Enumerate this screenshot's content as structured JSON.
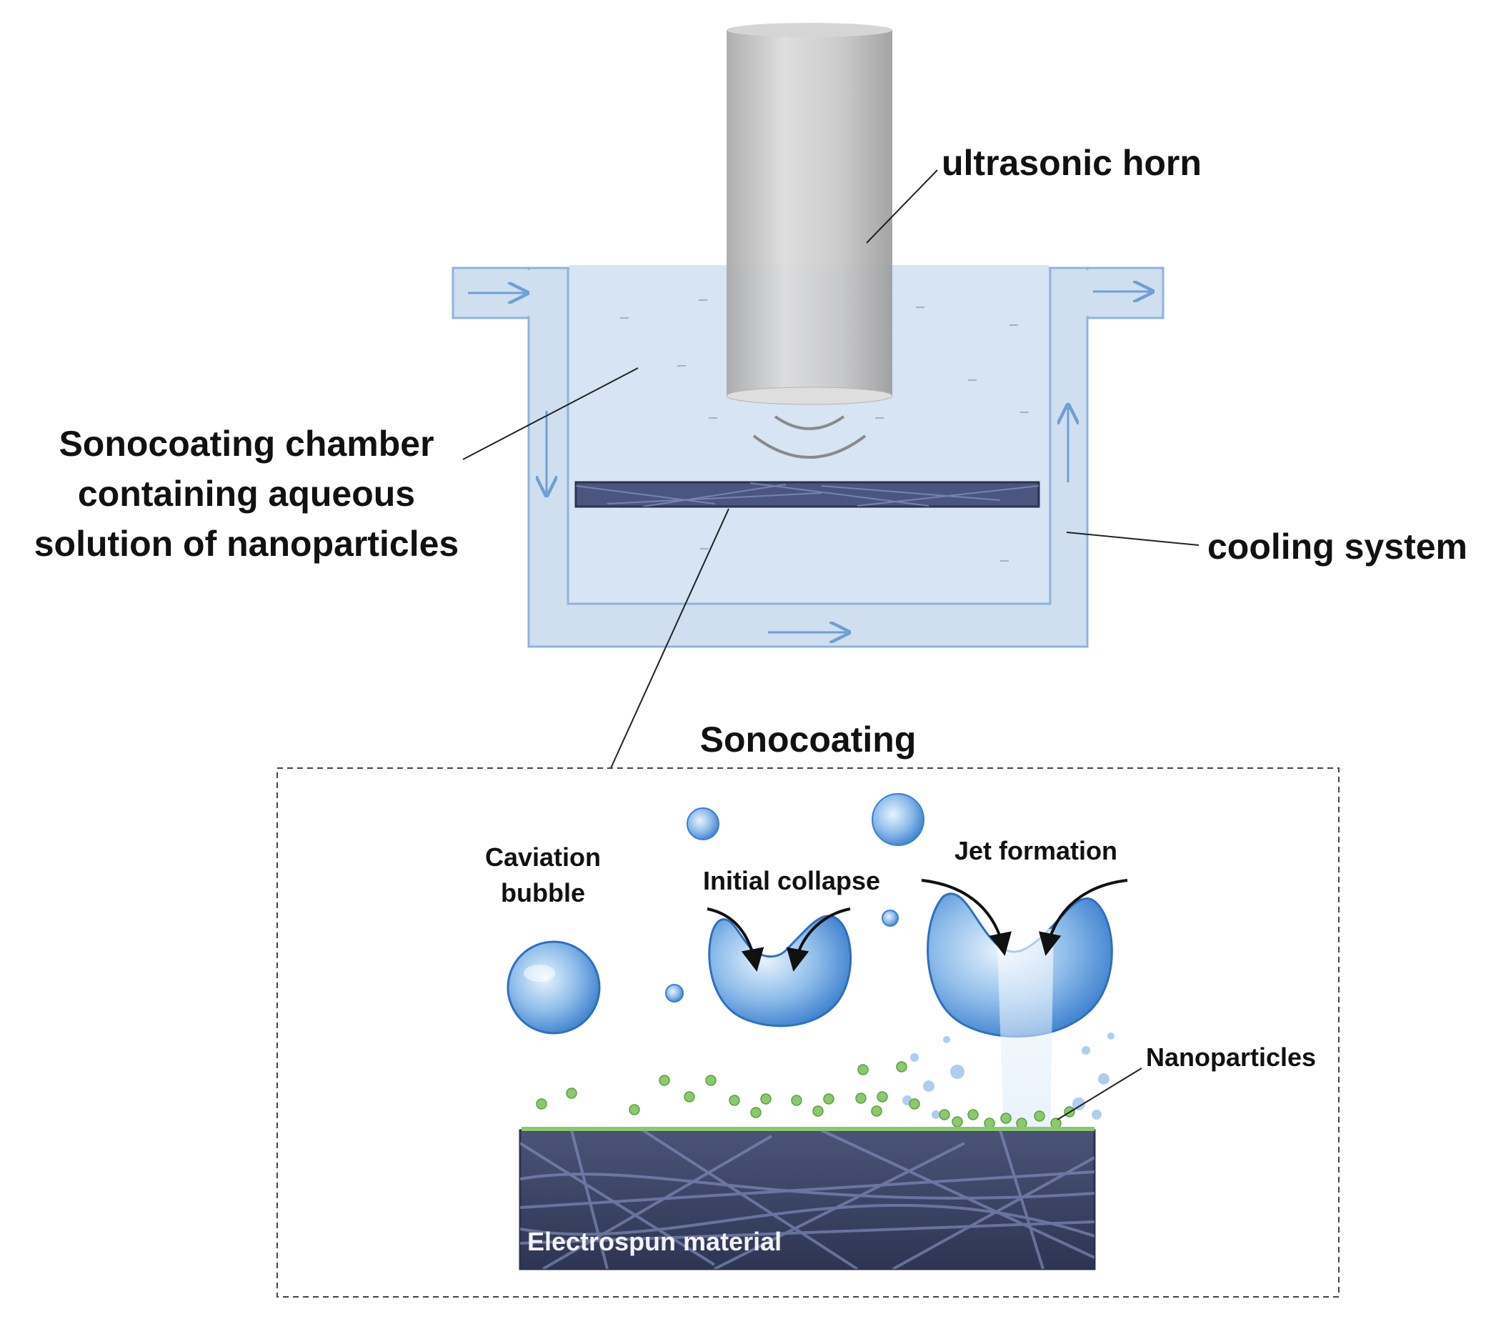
{
  "labels": {
    "ultrasonic_horn": "ultrasonic horn",
    "chamber_line1": "Sonocoating chamber",
    "chamber_line2": "containing aqueous",
    "chamber_line3": "solution of nanoparticles",
    "cooling_system": "cooling system",
    "sonocoating": "Sonocoating",
    "cavitation_line1": "Caviation",
    "cavitation_line2": "bubble",
    "initial_collapse": "Initial collapse",
    "jet_formation": "Jet formation",
    "nanoparticles": "Nanoparticles",
    "electrospun_material": "Electrospun material"
  },
  "colors": {
    "coolant": "#cfdff0",
    "coolant_edge": "#8fb3d9",
    "flow_arrow": "#6f9fd3",
    "horn": "#c4c4c4",
    "fiber_mat": "#55608c",
    "nanoparticle": "#8cc86e",
    "bubble": "#5b95d6",
    "label_text": "#111111"
  }
}
